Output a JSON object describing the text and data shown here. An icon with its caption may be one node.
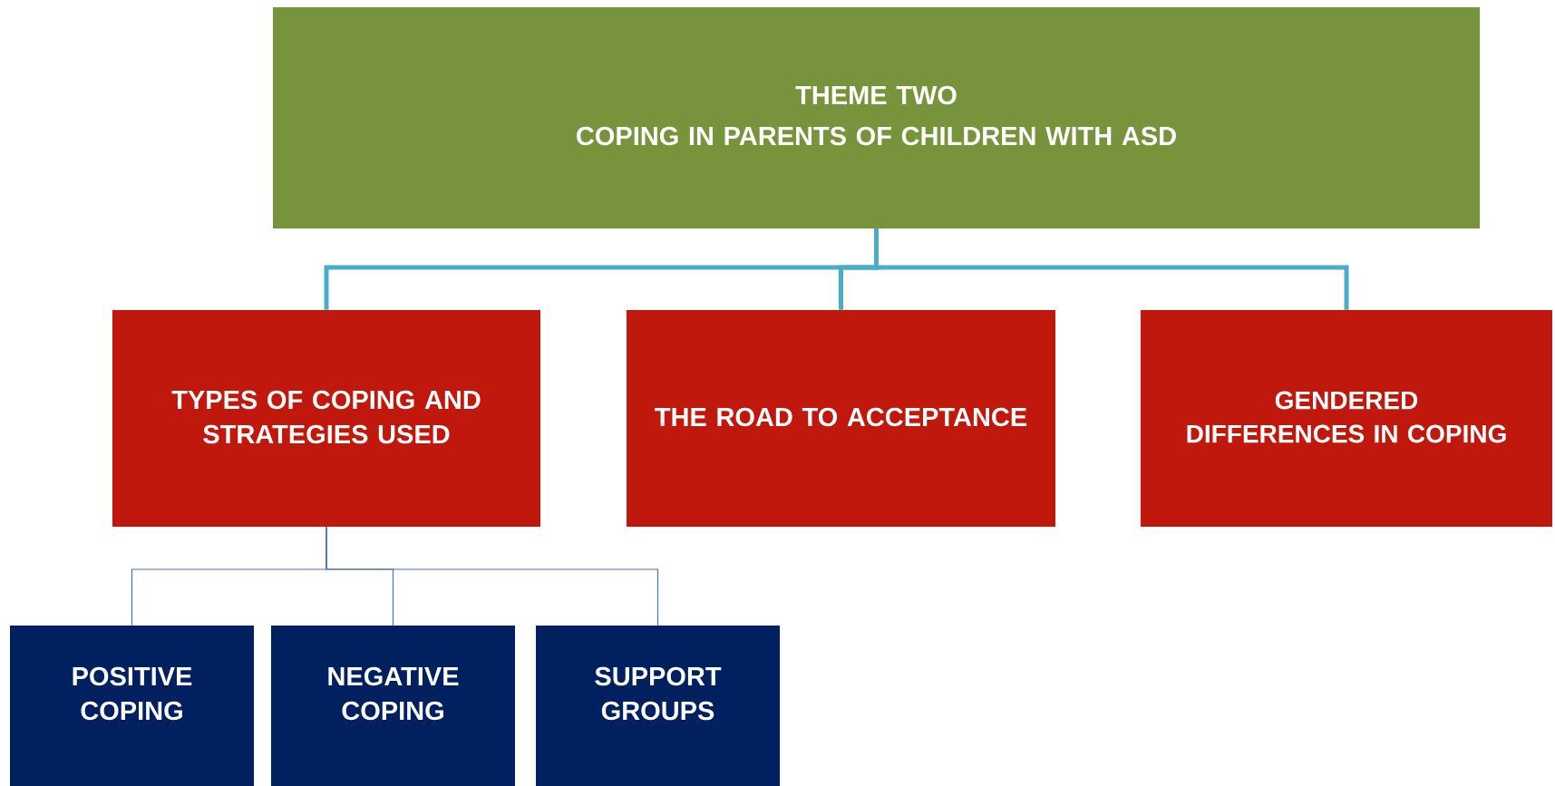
{
  "diagram": {
    "nodes": [
      {
        "text": [
          "THEME TWO",
          "COPING IN PARENTS OF CHILDREN WITH ASD"
        ]
      },
      {
        "text": [
          "TYPES OF COPING AND STRATEGIES USED"
        ]
      },
      {
        "text": [
          "THE ROAD TO ACCEPTANCE"
        ]
      },
      {
        "text": [
          "GENDERED DIFFERENCES IN COPING"
        ]
      },
      {
        "text": [
          "POSITIVE COPING"
        ]
      },
      {
        "text": [
          "NEGATIVE COPING"
        ]
      },
      {
        "text": [
          "SUPPORT GROUPS"
        ]
      }
    ],
    "edges": [
      {
        "from": 0,
        "to": 1,
        "arrow": "none",
        "style": "thick",
        "color": "#4bacc6"
      },
      {
        "from": 0,
        "to": 2,
        "arrow": "none",
        "style": "thick",
        "color": "#4bacc6"
      },
      {
        "from": 0,
        "to": 3,
        "arrow": "none",
        "style": "thick",
        "color": "#4bacc6"
      },
      {
        "from": 1,
        "to": 4,
        "arrow": "none",
        "color": "#4472c4"
      },
      {
        "from": 1,
        "to": 5,
        "arrow": "none",
        "color": "#4472c4"
      },
      {
        "from": 1,
        "to": 6,
        "arrow": "none",
        "color": "#4472c4"
      }
    ]
  }
}
